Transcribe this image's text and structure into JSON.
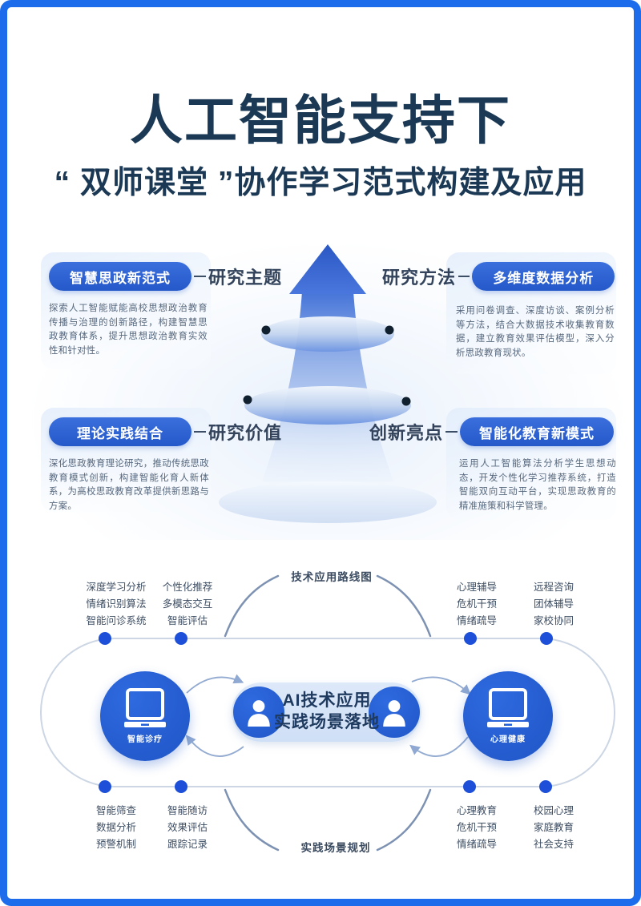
{
  "header": {
    "title_line1": "人工智能支持下",
    "title_line2": "“ 双师课堂 ”协作学习范式构建及应用"
  },
  "funnel": {
    "cards": [
      {
        "pill": "智慧思政新范式",
        "label": "研究主题",
        "body": "探索人工智能赋能高校思想政治教育传播与治理的创新路径，构建智慧思政教育体系，提升思想政治教育实效性和针对性。"
      },
      {
        "pill": "多维度数据分析",
        "label": "研究方法",
        "body": "采用问卷调查、深度访谈、案例分析等方法，结合大数据技术收集教育数据，建立教育效果评估模型，深入分析思政教育现状。"
      },
      {
        "pill": "理论实践结合",
        "label": "研究价值",
        "body": "深化思政教育理论研究，推动传统思政教育模式创新，构建智能化育人新体系，为高校思政教育改革提供新思路与方案。"
      },
      {
        "pill": "智能化教育新模式",
        "label": "创新亮点",
        "body": "运用人工智能算法分析学生思想动态，开发个性化学习推荐系统，打造智能双向互动平台，实现思政教育的精准施策和科学管理。"
      }
    ]
  },
  "cycle": {
    "top_label": "技术应用路线图",
    "bottom_label": "实践场景规划",
    "left_node_label": "智能诊疗",
    "right_node_label": "心理健康",
    "center": {
      "line1": "AI技术应用",
      "line2": "实践场景落地"
    },
    "groups": [
      {
        "items": [
          "深度学习分析",
          "情绪识别算法",
          "智能问诊系统"
        ]
      },
      {
        "items": [
          "个性化推荐",
          "多模态交互",
          "智能评估"
        ]
      },
      {
        "items": [
          "心理辅导",
          "危机干预",
          "情绪疏导"
        ]
      },
      {
        "items": [
          "远程咨询",
          "团体辅导",
          "家校协同"
        ]
      },
      {
        "items": [
          "智能筛查",
          "数据分析",
          "预警机制"
        ]
      },
      {
        "items": [
          "智能随访",
          "效果评估",
          "跟踪记录"
        ]
      },
      {
        "items": [
          "心理教育",
          "危机干预",
          "情绪疏导"
        ]
      },
      {
        "items": [
          "校园心理",
          "家庭教育",
          "社会支持"
        ]
      }
    ]
  },
  "colors": {
    "frame": "#1c6cec",
    "title": "#1b3954",
    "pill_blue": "#2b63d5",
    "node_blue": "#2560d6",
    "dot_blue": "#1d4fd8"
  }
}
